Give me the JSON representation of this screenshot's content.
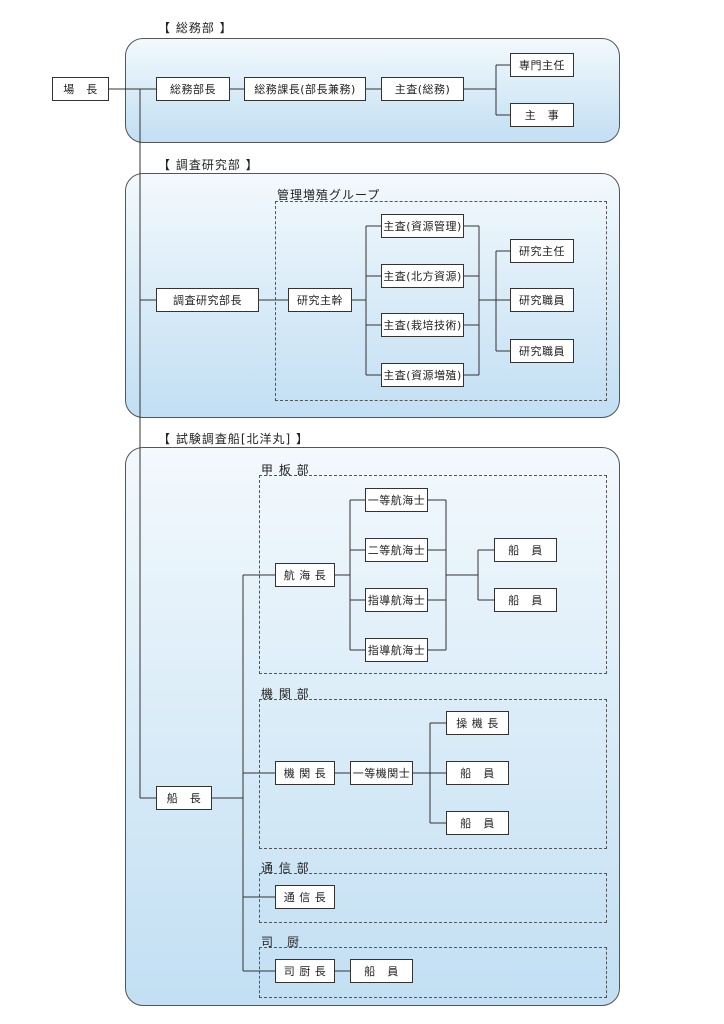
{
  "sections": {
    "soumu": "【 総務部 】",
    "chousa": "【 調査研究部 】",
    "ship": "【 試験調査船[北洋丸] 】"
  },
  "groups": {
    "kanri": "管理増殖グループ",
    "kanpan": "甲 板 部",
    "kikan": "機 関 部",
    "tsushin": "通 信 部",
    "shichu": "司　厨"
  },
  "boxes": {
    "jocho": "場　長",
    "soumu_bucho": "総務部長",
    "soumu_kacho": "総務課長(部長兼務)",
    "shusa_soumu": "主査(総務)",
    "senmon_shunin": "専門主任",
    "shuji": "主　事",
    "chousa_bucho": "調査研究部長",
    "kenkyu_shukan": "研究主幹",
    "shusa_shigen_kanri": "主査(資源管理)",
    "shusa_hoppo": "主査(北方資源)",
    "shusa_saibai": "主査(栽培技術)",
    "shusa_shigen_zoshoku": "主査(資源増殖)",
    "kenkyu_shunin": "研究主任",
    "kenkyu_shokuin_1": "研究職員",
    "kenkyu_shokuin_2": "研究職員",
    "senchou": "船　長",
    "kokaicho": "航 海 長",
    "itto_kokaishi": "一等航海士",
    "nito_kokaishi": "二等航海士",
    "shido_kokaishi_1": "指導航海士",
    "shido_kokaishi_2": "指導航海士",
    "sen_in_1": "船　員",
    "sen_in_2": "船　員",
    "kikancho": "機 関 長",
    "itto_kikanshi": "一等機関士",
    "soukicho": "操 機 長",
    "sen_in_3": "船　員",
    "sen_in_4": "船　員",
    "tsushincho": "通 信 長",
    "shichucho": "司 厨 長",
    "sen_in_5": "船　員"
  }
}
